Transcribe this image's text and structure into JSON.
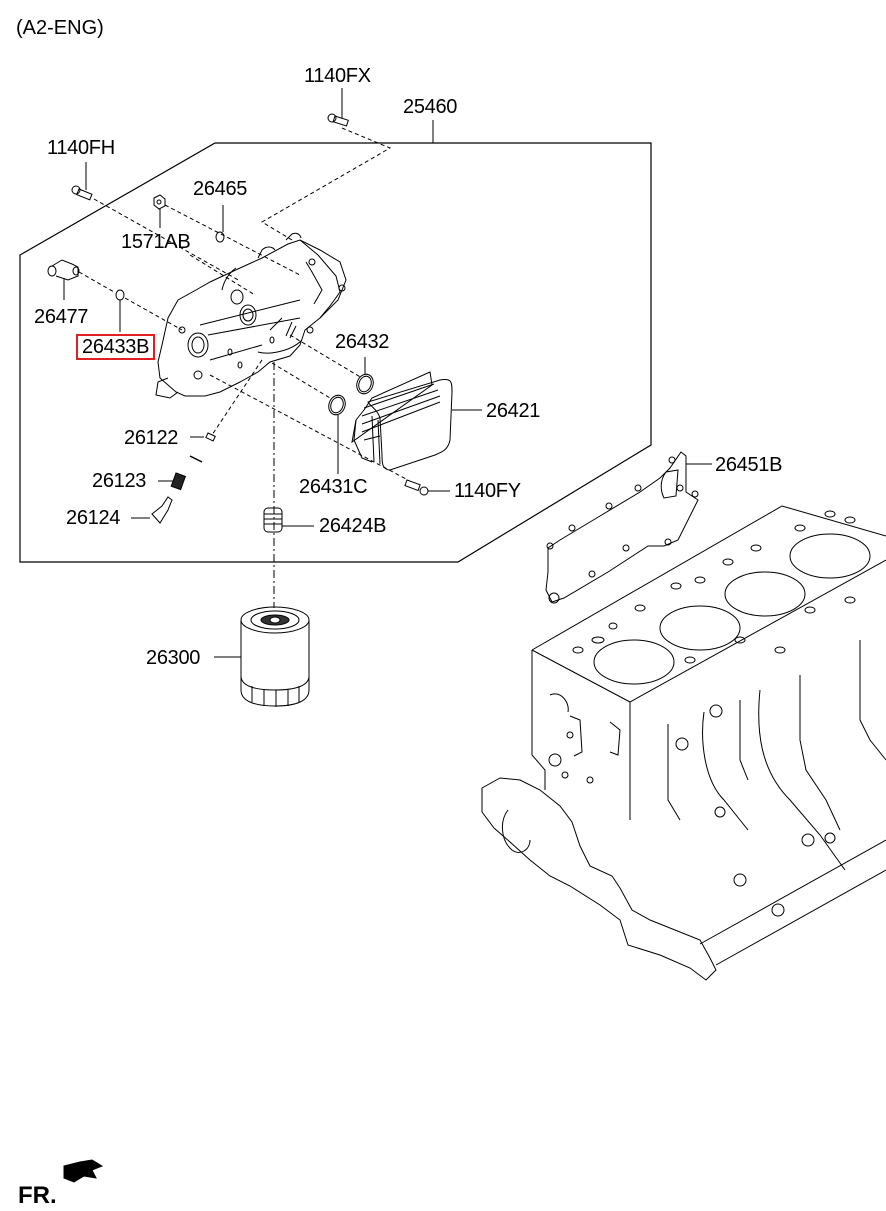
{
  "diagram": {
    "title": "(A2-ENG)",
    "highlight_color": "#e02020",
    "direction_label": "FR.",
    "direction_icon": "front-arrow-icon",
    "group": {
      "part_no": "25460",
      "description": "oil filter & cooler housing assembly group"
    },
    "callouts": [
      {
        "part_no": "1140FX",
        "component": "bolt",
        "highlighted": false
      },
      {
        "part_no": "25460",
        "component": "housing-assembly",
        "highlighted": false
      },
      {
        "part_no": "1140FH",
        "component": "bolt",
        "highlighted": false
      },
      {
        "part_no": "26465",
        "component": "gasket-ring",
        "highlighted": false
      },
      {
        "part_no": "1571AB",
        "component": "nut",
        "highlighted": false
      },
      {
        "part_no": "26477",
        "component": "elbow-fitting",
        "highlighted": false
      },
      {
        "part_no": "26433B",
        "component": "o-ring",
        "highlighted": true
      },
      {
        "part_no": "26432",
        "component": "o-ring",
        "highlighted": false
      },
      {
        "part_no": "26421",
        "component": "oil-cooler",
        "highlighted": false
      },
      {
        "part_no": "26122",
        "component": "valve-pin",
        "highlighted": false
      },
      {
        "part_no": "26123",
        "component": "spring",
        "highlighted": false
      },
      {
        "part_no": "26124",
        "component": "plug",
        "highlighted": false
      },
      {
        "part_no": "26431C",
        "component": "o-ring",
        "highlighted": false
      },
      {
        "part_no": "1140FY",
        "component": "bolt",
        "highlighted": false
      },
      {
        "part_no": "26424B",
        "component": "fitting",
        "highlighted": false
      },
      {
        "part_no": "26451B",
        "component": "gasket",
        "highlighted": false
      },
      {
        "part_no": "26300",
        "component": "oil-filter",
        "highlighted": false
      }
    ]
  }
}
